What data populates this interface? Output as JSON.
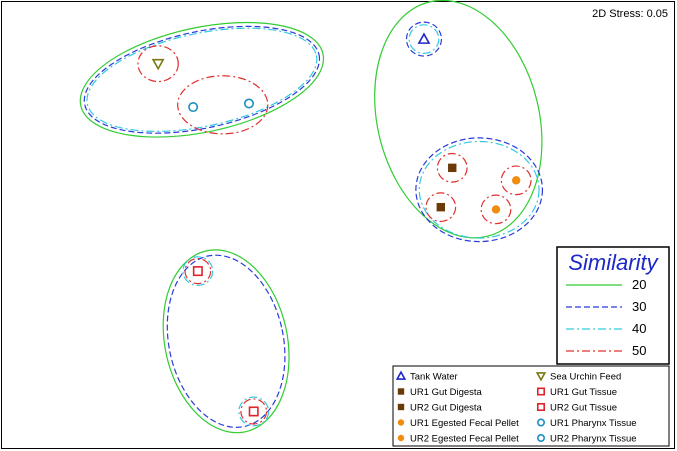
{
  "chart_data": {
    "type": "scatter",
    "title": "",
    "stress_label": "2D Stress: 0.05",
    "similarity_legend": {
      "title": "Similarity",
      "levels": [
        {
          "value": "20",
          "color": "#33cc33",
          "dash": "solid"
        },
        {
          "value": "30",
          "color": "#2b3bd9",
          "dash": "dashed"
        },
        {
          "value": "40",
          "color": "#33c9e0",
          "dash": "dashdot"
        },
        {
          "value": "50",
          "color": "#e0302e",
          "dash": "dashdot"
        }
      ]
    },
    "groups": [
      {
        "name": "Tank Water",
        "marker": "triangle-up",
        "color": "#1d28c8",
        "filled": false
      },
      {
        "name": "Sea Urchin Feed",
        "marker": "triangle-down",
        "color": "#7a7a10",
        "filled": false
      },
      {
        "name": "UR1 Gut Digesta",
        "marker": "square",
        "color": "#6b3a08",
        "filled": true
      },
      {
        "name": "UR1 Gut Tissue",
        "marker": "square",
        "color": "#e0222a",
        "filled": false
      },
      {
        "name": "UR2 Gut Digesta",
        "marker": "square",
        "color": "#6b3a08",
        "filled": true
      },
      {
        "name": "UR2 Gut Tissue",
        "marker": "square",
        "color": "#e0222a",
        "filled": false
      },
      {
        "name": "UR1 Egested Fecal Pellet",
        "marker": "circle",
        "color": "#f08c10",
        "filled": true
      },
      {
        "name": "UR1 Pharynx Tissue",
        "marker": "circle",
        "color": "#1a8fc0",
        "filled": false
      },
      {
        "name": "UR2 Egested Fecal Pellet",
        "marker": "circle",
        "color": "#f08c10",
        "filled": true
      },
      {
        "name": "UR2 Pharynx Tissue",
        "marker": "circle",
        "color": "#1a8fc0",
        "filled": false
      }
    ],
    "points": [
      {
        "group": "Tank Water",
        "x": 0.627,
        "y": 0.917
      },
      {
        "group": "Sea Urchin Feed",
        "x": 0.232,
        "y": 0.862
      },
      {
        "group": "UR1 Pharynx Tissue",
        "x": 0.284,
        "y": 0.765
      },
      {
        "group": "UR2 Pharynx Tissue",
        "x": 0.367,
        "y": 0.773
      },
      {
        "group": "UR1 Gut Digesta",
        "x": 0.669,
        "y": 0.629
      },
      {
        "group": "UR2 Gut Digesta",
        "x": 0.652,
        "y": 0.541
      },
      {
        "group": "UR1 Egested Fecal Pellet",
        "x": 0.764,
        "y": 0.601
      },
      {
        "group": "UR2 Egested Fecal Pellet",
        "x": 0.734,
        "y": 0.536
      },
      {
        "group": "UR1 Gut Tissue",
        "x": 0.291,
        "y": 0.398
      },
      {
        "group": "UR2 Gut Tissue",
        "x": 0.374,
        "y": 0.084
      }
    ],
    "ellipses": [
      {
        "level": "20",
        "cx": 0.297,
        "cy": 0.826,
        "rx": 0.184,
        "ry": 0.117,
        "angle": -12
      },
      {
        "level": "30",
        "cx": 0.297,
        "cy": 0.826,
        "rx": 0.178,
        "ry": 0.108,
        "angle": -12
      },
      {
        "level": "40",
        "cx": 0.297,
        "cy": 0.826,
        "rx": 0.174,
        "ry": 0.104,
        "angle": -12
      },
      {
        "level": "50",
        "cx": 0.232,
        "cy": 0.862,
        "rx": 0.03,
        "ry": 0.04,
        "angle": 0
      },
      {
        "level": "50",
        "cx": 0.328,
        "cy": 0.77,
        "rx": 0.067,
        "ry": 0.065,
        "angle": 0
      },
      {
        "level": "20",
        "cx": 0.678,
        "cy": 0.738,
        "rx": 0.12,
        "ry": 0.27,
        "angle": -14
      },
      {
        "level": "30",
        "cx": 0.627,
        "cy": 0.917,
        "rx": 0.026,
        "ry": 0.038,
        "angle": 0
      },
      {
        "level": "40",
        "cx": 0.627,
        "cy": 0.917,
        "rx": 0.022,
        "ry": 0.032,
        "angle": 0
      },
      {
        "level": "30",
        "cx": 0.709,
        "cy": 0.58,
        "rx": 0.094,
        "ry": 0.116,
        "angle": 0
      },
      {
        "level": "40",
        "cx": 0.709,
        "cy": 0.58,
        "rx": 0.089,
        "ry": 0.108,
        "angle": 0
      },
      {
        "level": "50",
        "cx": 0.669,
        "cy": 0.629,
        "rx": 0.022,
        "ry": 0.032,
        "angle": 0
      },
      {
        "level": "50",
        "cx": 0.652,
        "cy": 0.541,
        "rx": 0.022,
        "ry": 0.032,
        "angle": 0
      },
      {
        "level": "50",
        "cx": 0.764,
        "cy": 0.601,
        "rx": 0.022,
        "ry": 0.032,
        "angle": 0
      },
      {
        "level": "50",
        "cx": 0.734,
        "cy": 0.536,
        "rx": 0.022,
        "ry": 0.032,
        "angle": 0
      },
      {
        "level": "20",
        "cx": 0.333,
        "cy": 0.241,
        "rx": 0.091,
        "ry": 0.207,
        "angle": -12
      },
      {
        "level": "30",
        "cx": 0.333,
        "cy": 0.241,
        "rx": 0.085,
        "ry": 0.195,
        "angle": -12
      },
      {
        "level": "40",
        "cx": 0.291,
        "cy": 0.398,
        "rx": 0.022,
        "ry": 0.032,
        "angle": 0
      },
      {
        "level": "50",
        "cx": 0.291,
        "cy": 0.398,
        "rx": 0.019,
        "ry": 0.028,
        "angle": 0
      },
      {
        "level": "40",
        "cx": 0.374,
        "cy": 0.084,
        "rx": 0.022,
        "ry": 0.032,
        "angle": 0
      },
      {
        "level": "50",
        "cx": 0.374,
        "cy": 0.084,
        "rx": 0.019,
        "ry": 0.028,
        "angle": 0
      }
    ]
  }
}
